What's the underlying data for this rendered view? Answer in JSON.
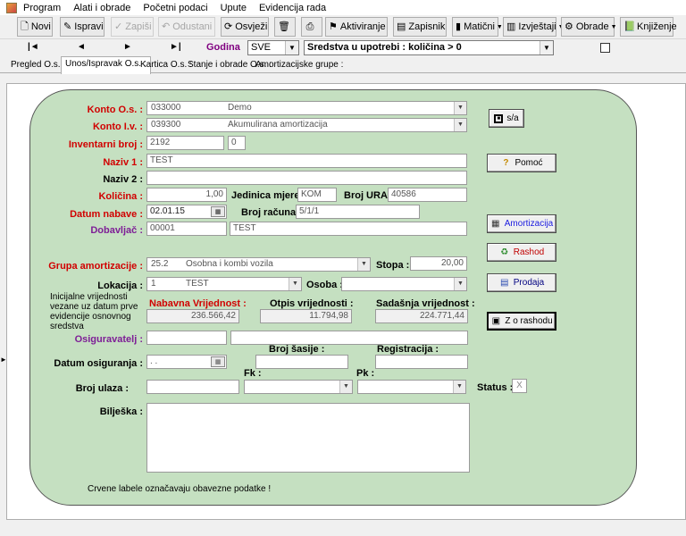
{
  "menu": {
    "items": [
      "Program",
      "Alati i obrade",
      "Početni podaci",
      "Upute",
      "Evidencija rada"
    ]
  },
  "toolbar": {
    "novi": "Novi",
    "ispravi": "Ispravi",
    "zapisi": "Zapiši",
    "odustani": "Odustani",
    "osvjezi": "Osvježi",
    "aktiviranje": "Aktiviranje",
    "zapisnik": "Zapisnik",
    "maticni": "Matični",
    "izvjestaji": "Izvještaji",
    "obrade": "Obrade",
    "knjizenje": "Knjiženje"
  },
  "nav": {
    "first": "|◄",
    "prev": "◄",
    "next": "►",
    "last": "►|",
    "godina_label": "Godina",
    "godina_value": "SVE",
    "filter_value": "Sredstva u upotrebi : količina > 0"
  },
  "tabs": [
    "Pregled O.s. :",
    "Unos/Ispravak O.s. :",
    "Kartica O.s. :",
    "Stanje i obrade O.s. :",
    "Amortizacijske grupe :"
  ],
  "form": {
    "konto_os_label": "Konto O.s. :",
    "konto_os_code": "033000",
    "konto_os_name": "Demo",
    "konto_iv_label": "Konto I.v. :",
    "konto_iv_code": "039300",
    "konto_iv_name": "Akumulirana amortizacija",
    "inventarni_label": "Inventarni broj :",
    "inventarni_value": "2192",
    "inventarni_sub": "0",
    "naziv1_label": "Naziv 1 :",
    "naziv1_value": "TEST",
    "naziv2_label": "Naziv 2 :",
    "naziv2_value": "",
    "kolicina_label": "Količina :",
    "kolicina_value": "1,00",
    "jm_label": "Jedinica mjere :",
    "jm_value": "KOM",
    "ura_label": "Broj URA :",
    "ura_value": "40586",
    "datum_nabave_label": "Datum nabave :",
    "datum_nabave_value": "02.01.15",
    "broj_racuna_label": "Broj računa :",
    "broj_racuna_value": "5/1/1",
    "dobavljac_label": "Dobavljač :",
    "dobavljac_code": "00001",
    "dobavljac_name": "TEST",
    "grupa_label": "Grupa amortizacije :",
    "grupa_code": "25.2",
    "grupa_name": "Osobna i kombi vozila",
    "stopa_label": "Stopa :",
    "stopa_value": "20,00",
    "lokacija_label": "Lokacija :",
    "lokacija_code": "1",
    "lokacija_name": "TEST",
    "osoba_label": "Osoba :",
    "osoba_value": "",
    "note_initial": "Inicijalne vrijednosti vezane uz datum prve evidencije osnovnog sredstva",
    "nabavna_label": "Nabavna Vrijednost :",
    "nabavna_value": "236.566,42",
    "otpis_label": "Otpis vrijednosti :",
    "otpis_value": "11.794,98",
    "sadasnja_label": "Sadašnja vrijednost :",
    "sadasnja_value": "224.771,44",
    "osiguravatelj_label": "Osiguravatelj :",
    "osiguravatelj_code": "",
    "osiguravatelj_name": "",
    "datum_osig_label": "Datum osiguranja :",
    "datum_osig_value": ". .",
    "broj_sasije_label": "Broj šasije :",
    "broj_sasije_value": "",
    "registracija_label": "Registracija :",
    "registracija_value": "",
    "fk_label": "Fk :",
    "pk_label": "Pk :",
    "broj_ulaza_label": "Broj ulaza :",
    "broj_ulaza_value": "",
    "status_label": "Status :",
    "status_value": "X",
    "biljeska_label": "Bilješka :",
    "biljeska_value": "",
    "footer_note": "Crvene labele označavaju obavezne podatke !"
  },
  "buttons": {
    "sa": "s/a",
    "pomoc": "Pomoć",
    "amortizacija": "Amortizacija",
    "rashod": "Rashod",
    "prodaja": "Prodaja",
    "zo_rashodu": "Z o rashodu"
  }
}
